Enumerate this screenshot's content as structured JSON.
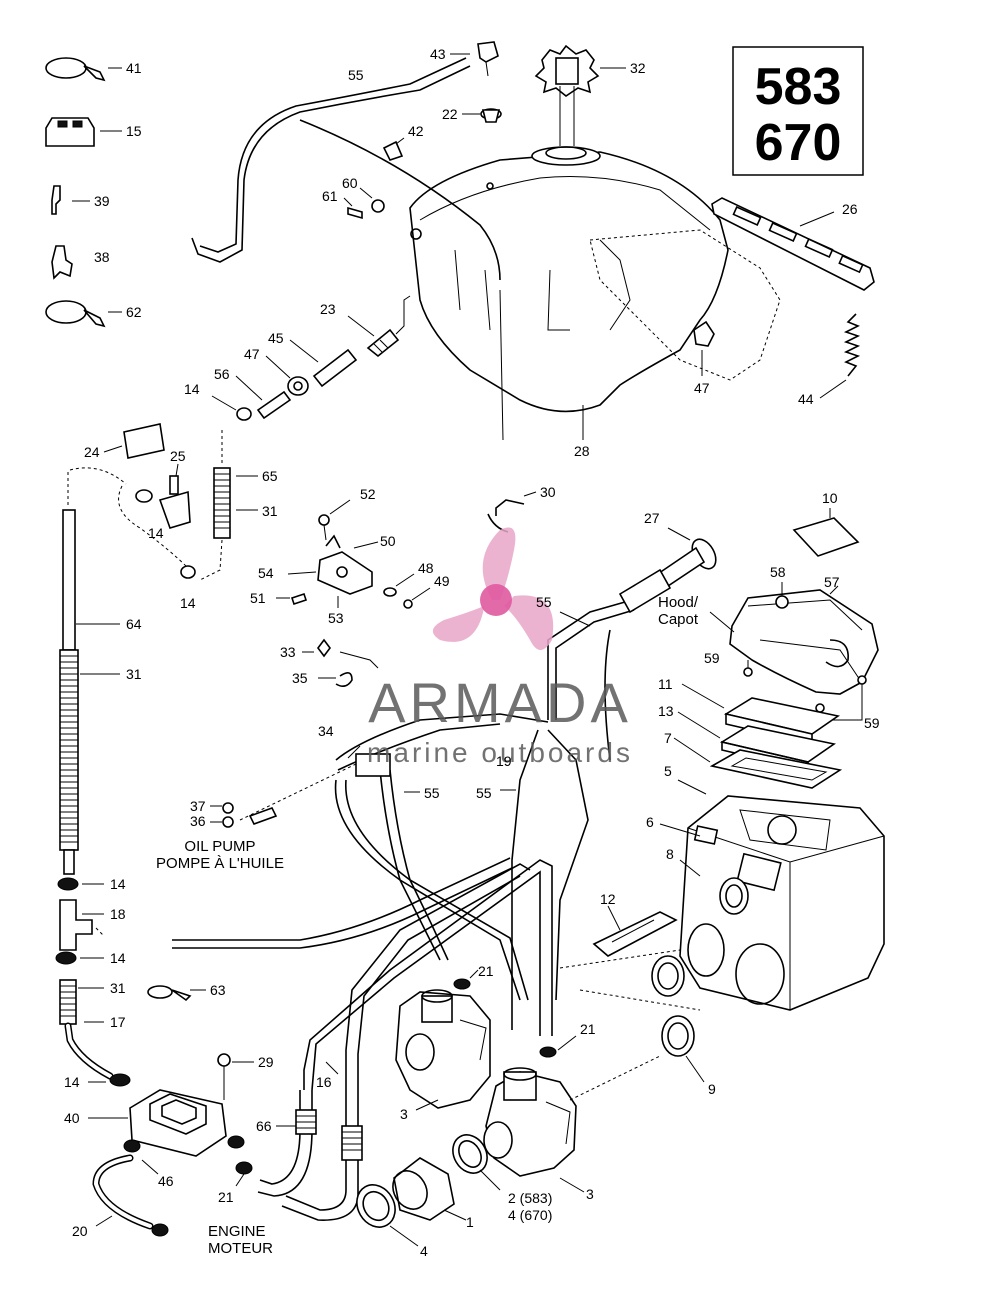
{
  "model_box": {
    "line1": "583",
    "line2": "670"
  },
  "watermark": {
    "title": "ARMADA",
    "subtitle": "marine outboards",
    "color": "#e8a6c8",
    "text_color": "#5a5a5a"
  },
  "captions": {
    "hood_1": "Hood/",
    "hood_2": "Capot",
    "oil_pump_1": "OIL PUMP",
    "oil_pump_2": "POMPE À L'HUILE",
    "engine_1": "ENGINE",
    "engine_2": "MOTEUR",
    "part2_1": "2 (583)",
    "part2_2": "4 (670)"
  },
  "callouts": {
    "c41": "41",
    "c15": "15",
    "c39": "39",
    "c38": "38",
    "c62": "62",
    "c43": "43",
    "c55a": "55",
    "c22": "22",
    "c42": "42",
    "c32": "32",
    "c60": "60",
    "c61": "61",
    "c26": "26",
    "c23": "23",
    "c45": "45",
    "c47a": "47",
    "c56": "56",
    "c14a": "14",
    "c47b": "47",
    "c44": "44",
    "c28": "28",
    "c24": "24",
    "c25": "25",
    "c65": "65",
    "c31a": "31",
    "c14b": "14",
    "c14c": "14",
    "c52": "52",
    "c50": "50",
    "c54": "54",
    "c48": "48",
    "c49": "49",
    "c51": "51",
    "c53": "53",
    "c30": "30",
    "c27": "27",
    "c10": "10",
    "c55b": "55",
    "c58": "58",
    "c57": "57",
    "c64": "64",
    "c31b": "31",
    "c33": "33",
    "c35": "35",
    "c59a": "59",
    "c59b": "59",
    "c11": "11",
    "c34": "34",
    "c13": "13",
    "c7": "7",
    "c19": "19",
    "c5": "5",
    "c55c": "55",
    "c55d": "55",
    "c37": "37",
    "c36": "36",
    "c6": "6",
    "c8": "8",
    "c14d": "14",
    "c18": "18",
    "c14e": "14",
    "c12": "12",
    "c21a": "21",
    "c31c": "31",
    "c63": "63",
    "c17": "17",
    "c21b": "21",
    "c29": "29",
    "c16": "16",
    "c14f": "14",
    "c9": "9",
    "c40": "40",
    "c3a": "3",
    "c66": "66",
    "c46": "46",
    "c3b": "3",
    "c21c": "21",
    "c1": "1",
    "c20": "20",
    "c4": "4"
  }
}
